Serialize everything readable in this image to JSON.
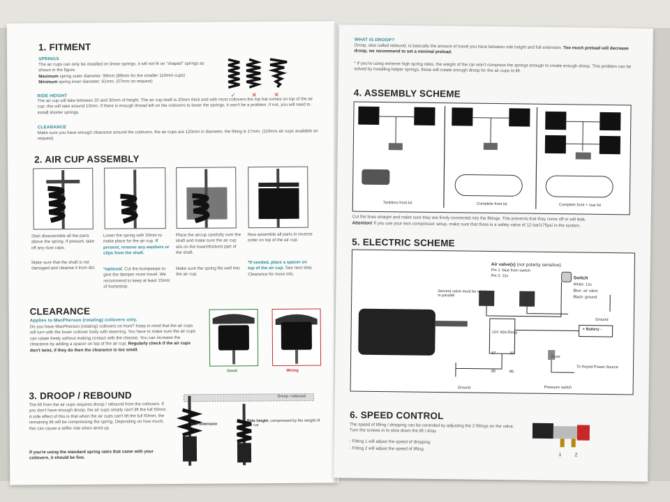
{
  "left": {
    "fitment": {
      "title": "1. FITMENT",
      "springs_label": "SPRINGS",
      "springs_text": "The air cups can only be installed on linear springs, it will not fit on \"shaped\" springs as shown in the figure.",
      "max_label": "Maximum",
      "max_text": " spring outer diameter: 99mm (89mm for the smaller 110mm cups)",
      "min_label": "Minimum",
      "min_text": " spring inner diameter: 61mm. (57mm on request)",
      "ride_label": "RIDE HEIGHT",
      "ride_text": "The air cup will take between 20 and 30mm of height. The air cup itself is 20mm thick and with most coilovers the top hat comes on top of the air cup, this will take around 10mm. If there is enough thread left on the coilovers to lower the springs, it won't be a problem. If not, you will need to install shorter springs.",
      "clear_label": "CLEARANCE",
      "clear_text": "Make sure you have enough clearance around the coilovers, the air cups are 120mm in diameter, the fitting is 17mm. (110mm air cups available on request)",
      "marks": [
        "✓",
        "✕",
        "✕"
      ]
    },
    "assembly": {
      "title": "2. AIR CUP ASSEMBLY",
      "steps": [
        "Start disassemble all the parts above the spring. If present, take off any dust caps.",
        "Lower the spring with 30mm to make place for the air cup.",
        "Place the aircup carefully over the shaft and make sure the air cup sits on the lower/thickest part of the shaft.",
        "Now assemble all parts in reverse order on top of the air cup."
      ],
      "step2_teal": "If present, remove any washers or clips from the shaft.",
      "notes": [
        "Make sure that the shaft is not damaged and cleanse it from dirt.",
        "Cut the bumpstops to give the damper more travel. We recommend to keep at least 15mm of bumpstop.",
        "Make sure the spring fits well into the air cup.",
        "step Clearance for more info."
      ],
      "note2_prefix": "*optional",
      "note4_teal": "*If needed, place a spacer on top of the air cup.",
      "note4_plain": " See next"
    },
    "clearance": {
      "title": "CLEARANCE",
      "subtitle": "Applies to MacPherson (rotating) coilovers only.",
      "text": "Do you have MacPherson (rotating) coilovers on front? Keep in mind that the air cups will turn with the lower coilover body with steerring. You have to make sure the air cups can rotate freely without making contact with the chassis. You can increase the clearance by adding a spacer on top of the air cup.",
      "bold": " Regularly check if the air cups don't twist, if they do then the clearance is too small.",
      "good": "Good",
      "wrong": "Wrong"
    },
    "droop": {
      "title": "3. DROOP / REBOUND",
      "text": "The lift from the air cups requires droop / rebound from the coilovers. If you don't have enough droop, the air cups simply can't lift the full 50mm. A side effect of this is that when the air cups can't lift the full 50mm, the remaining lift will be compressing the spring. Depending on how much, this can cause a stiffer ride when aired up.",
      "bold": "If you're using the standard spring rates that came with your coilovers, it should be fine.",
      "label_droop": "Droop / rebound",
      "label_full": "Full extension",
      "label_ride": "Ride height",
      "label_ride_rest": ", compressed by the weight of the car"
    }
  },
  "right": {
    "droop_q": {
      "label": "WHAT IS DROOP?",
      "text1": "Droop, also called rebound, is basically the amount of travel you have between ride height and full extension.",
      "bold1": " Too much preload will decrease droop, we recommend to set a minimal preload.",
      "text2": "* If you're using extreme high spring rates, the weight of the car won't compress the springs enough to create enough droop. This problem can be solved by installing helper springs, these will create enough droop for the air cups to lift."
    },
    "scheme": {
      "title": "4. ASSEMBLY SCHEME",
      "kits": [
        "Tankless front kit",
        "Complete front kit",
        "Complete front + rear kit"
      ],
      "text": "Cut the lines straight and make sure they are firmly connected into the fittings. This prevents that they come off or will leak.",
      "attention_label": "Attention!",
      "attention_text": " If you use your own compressor setup, make sure that there is a safety valve of 12 bar/175psi in the system."
    },
    "electric": {
      "title": "5. ELECTRIC SCHEME",
      "air_valves": "Air valve(s)",
      "polarity": " (not polarity sensitive)",
      "pin1": "Pin 1: blue from switch",
      "pin2": "Pin 2: 12v",
      "second_valve": "Second valve must be wired in parallel",
      "switch_label": "Switch",
      "switch_lines": [
        "White: 12v",
        "Blue: air valve",
        "Black: ground"
      ],
      "ground": "Ground",
      "relay": "12V 40A Relay",
      "relay_pins": [
        "87",
        "30",
        "85",
        "86"
      ],
      "fuse": "Fuse",
      "battery": "+ Battery -",
      "keyed": "To Keyed Power Source",
      "pressure": "Pressure switch",
      "ground2": "Ground"
    },
    "speed": {
      "title": "6. SPEED CONTROL",
      "text": "The speed of lifting / dropping can be controled by adjusting the 2 fittings on the valve. Turn the screws in to slow down the lift / drop.",
      "f1": "- Fitting 1 will adjust the speed of dropping",
      "f2": "- Fitting 2 will adjust the speed of lifting",
      "n1": "1",
      "n2": "2"
    }
  }
}
